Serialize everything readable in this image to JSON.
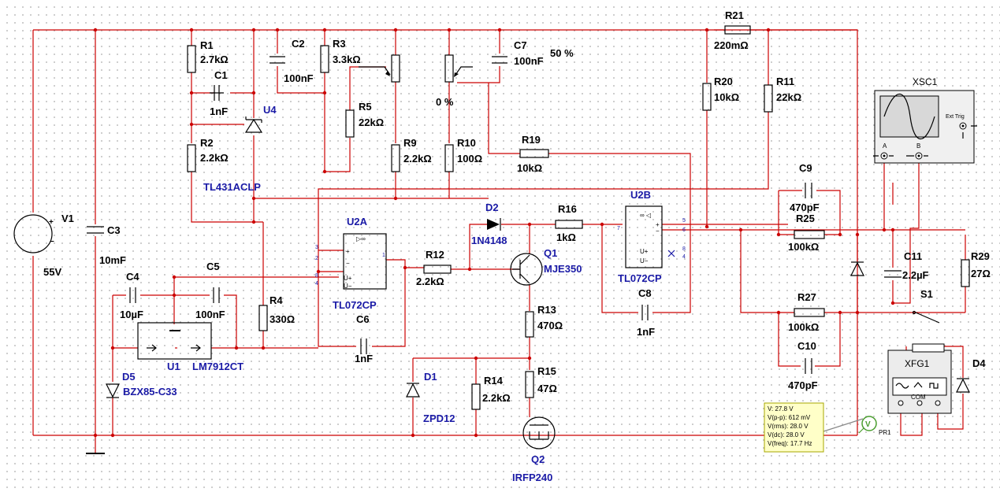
{
  "components": [
    {
      "ref": "R1",
      "value": "2.7kΩ"
    },
    {
      "ref": "C1",
      "value": "1nF"
    },
    {
      "ref": "R2",
      "value": "2.2kΩ"
    },
    {
      "ref": "U4",
      "value": "TL431ACLP"
    },
    {
      "ref": "C2",
      "value": "100nF"
    },
    {
      "ref": "R3",
      "value": "3.3kΩ"
    },
    {
      "ref": "R5",
      "value": "22kΩ"
    },
    {
      "ref": "C7",
      "value": "100nF"
    },
    {
      "ref": "R9",
      "value": "2.2kΩ"
    },
    {
      "ref": "R10",
      "value": "100Ω"
    },
    {
      "ref": "R19",
      "value": "10kΩ"
    },
    {
      "ref": "R21",
      "value": "220mΩ"
    },
    {
      "ref": "R20",
      "value": "10kΩ"
    },
    {
      "ref": "R11",
      "value": "22kΩ"
    },
    {
      "ref": "V1",
      "value": "55V"
    },
    {
      "ref": "C3",
      "value": "10mF"
    },
    {
      "ref": "C4",
      "value": "10µF"
    },
    {
      "ref": "C5",
      "value": "100nF"
    },
    {
      "ref": "R4",
      "value": "330Ω"
    },
    {
      "ref": "U1",
      "value": "LM7912CT"
    },
    {
      "ref": "D5",
      "value": "BZX85-C33"
    },
    {
      "ref": "U2A",
      "value": "TL072CP"
    },
    {
      "ref": "C6",
      "value": "1nF"
    },
    {
      "ref": "R12",
      "value": "2.2kΩ"
    },
    {
      "ref": "D2",
      "value": "1N4148"
    },
    {
      "ref": "R16",
      "value": "1kΩ"
    },
    {
      "ref": "Q1",
      "value": "MJE350"
    },
    {
      "ref": "R13",
      "value": "470Ω"
    },
    {
      "ref": "D1",
      "value": "ZPD12"
    },
    {
      "ref": "R14",
      "value": "2.2kΩ"
    },
    {
      "ref": "R15",
      "value": "47Ω"
    },
    {
      "ref": "Q2",
      "value": "IRFP240"
    },
    {
      "ref": "U2B",
      "value": "TL072CP"
    },
    {
      "ref": "C8",
      "value": "1nF"
    },
    {
      "ref": "C9",
      "value": "470pF"
    },
    {
      "ref": "R25",
      "value": "100kΩ"
    },
    {
      "ref": "R27",
      "value": "100kΩ"
    },
    {
      "ref": "C10",
      "value": "470pF"
    },
    {
      "ref": "C11",
      "value": "2.2µF"
    },
    {
      "ref": "R29",
      "value": "27Ω"
    },
    {
      "ref": "S1",
      "value": ""
    },
    {
      "ref": "D4",
      "value": ""
    },
    {
      "ref": "XSC1",
      "value": ""
    },
    {
      "ref": "XFG1",
      "value": ""
    },
    {
      "ref": "PR1",
      "value": ""
    }
  ],
  "pot_labels": {
    "r9_percent": "50 %",
    "r10_percent": "0 %"
  },
  "scope": {
    "ext_trig": "Ext Trig",
    "a": "A",
    "b": "B"
  },
  "fgen": {
    "com": "COM"
  },
  "probe": {
    "lines": [
      "V: 27.8 V",
      "V(p-p): 612 mV",
      "V(rms): 28.0 V",
      "V(dc): 28.0 V",
      "V(freq): 17.7 Hz"
    ]
  },
  "pins": {
    "u2a_in_plus": "3",
    "u2a_in_minus": "2",
    "u2a_u": "4",
    "u2a_out": "1",
    "u2a_8": "8",
    "u2b_out": "7",
    "u2b_5": "5",
    "u2b_6": "6",
    "u2b_8": "8",
    "u2b_4": "4"
  },
  "colors": {
    "wire": "#cc0000",
    "label": "#000000",
    "part_label": "#1a1aa6",
    "grid": "#bdbdbd",
    "probe_bg": "#ffffc8"
  }
}
